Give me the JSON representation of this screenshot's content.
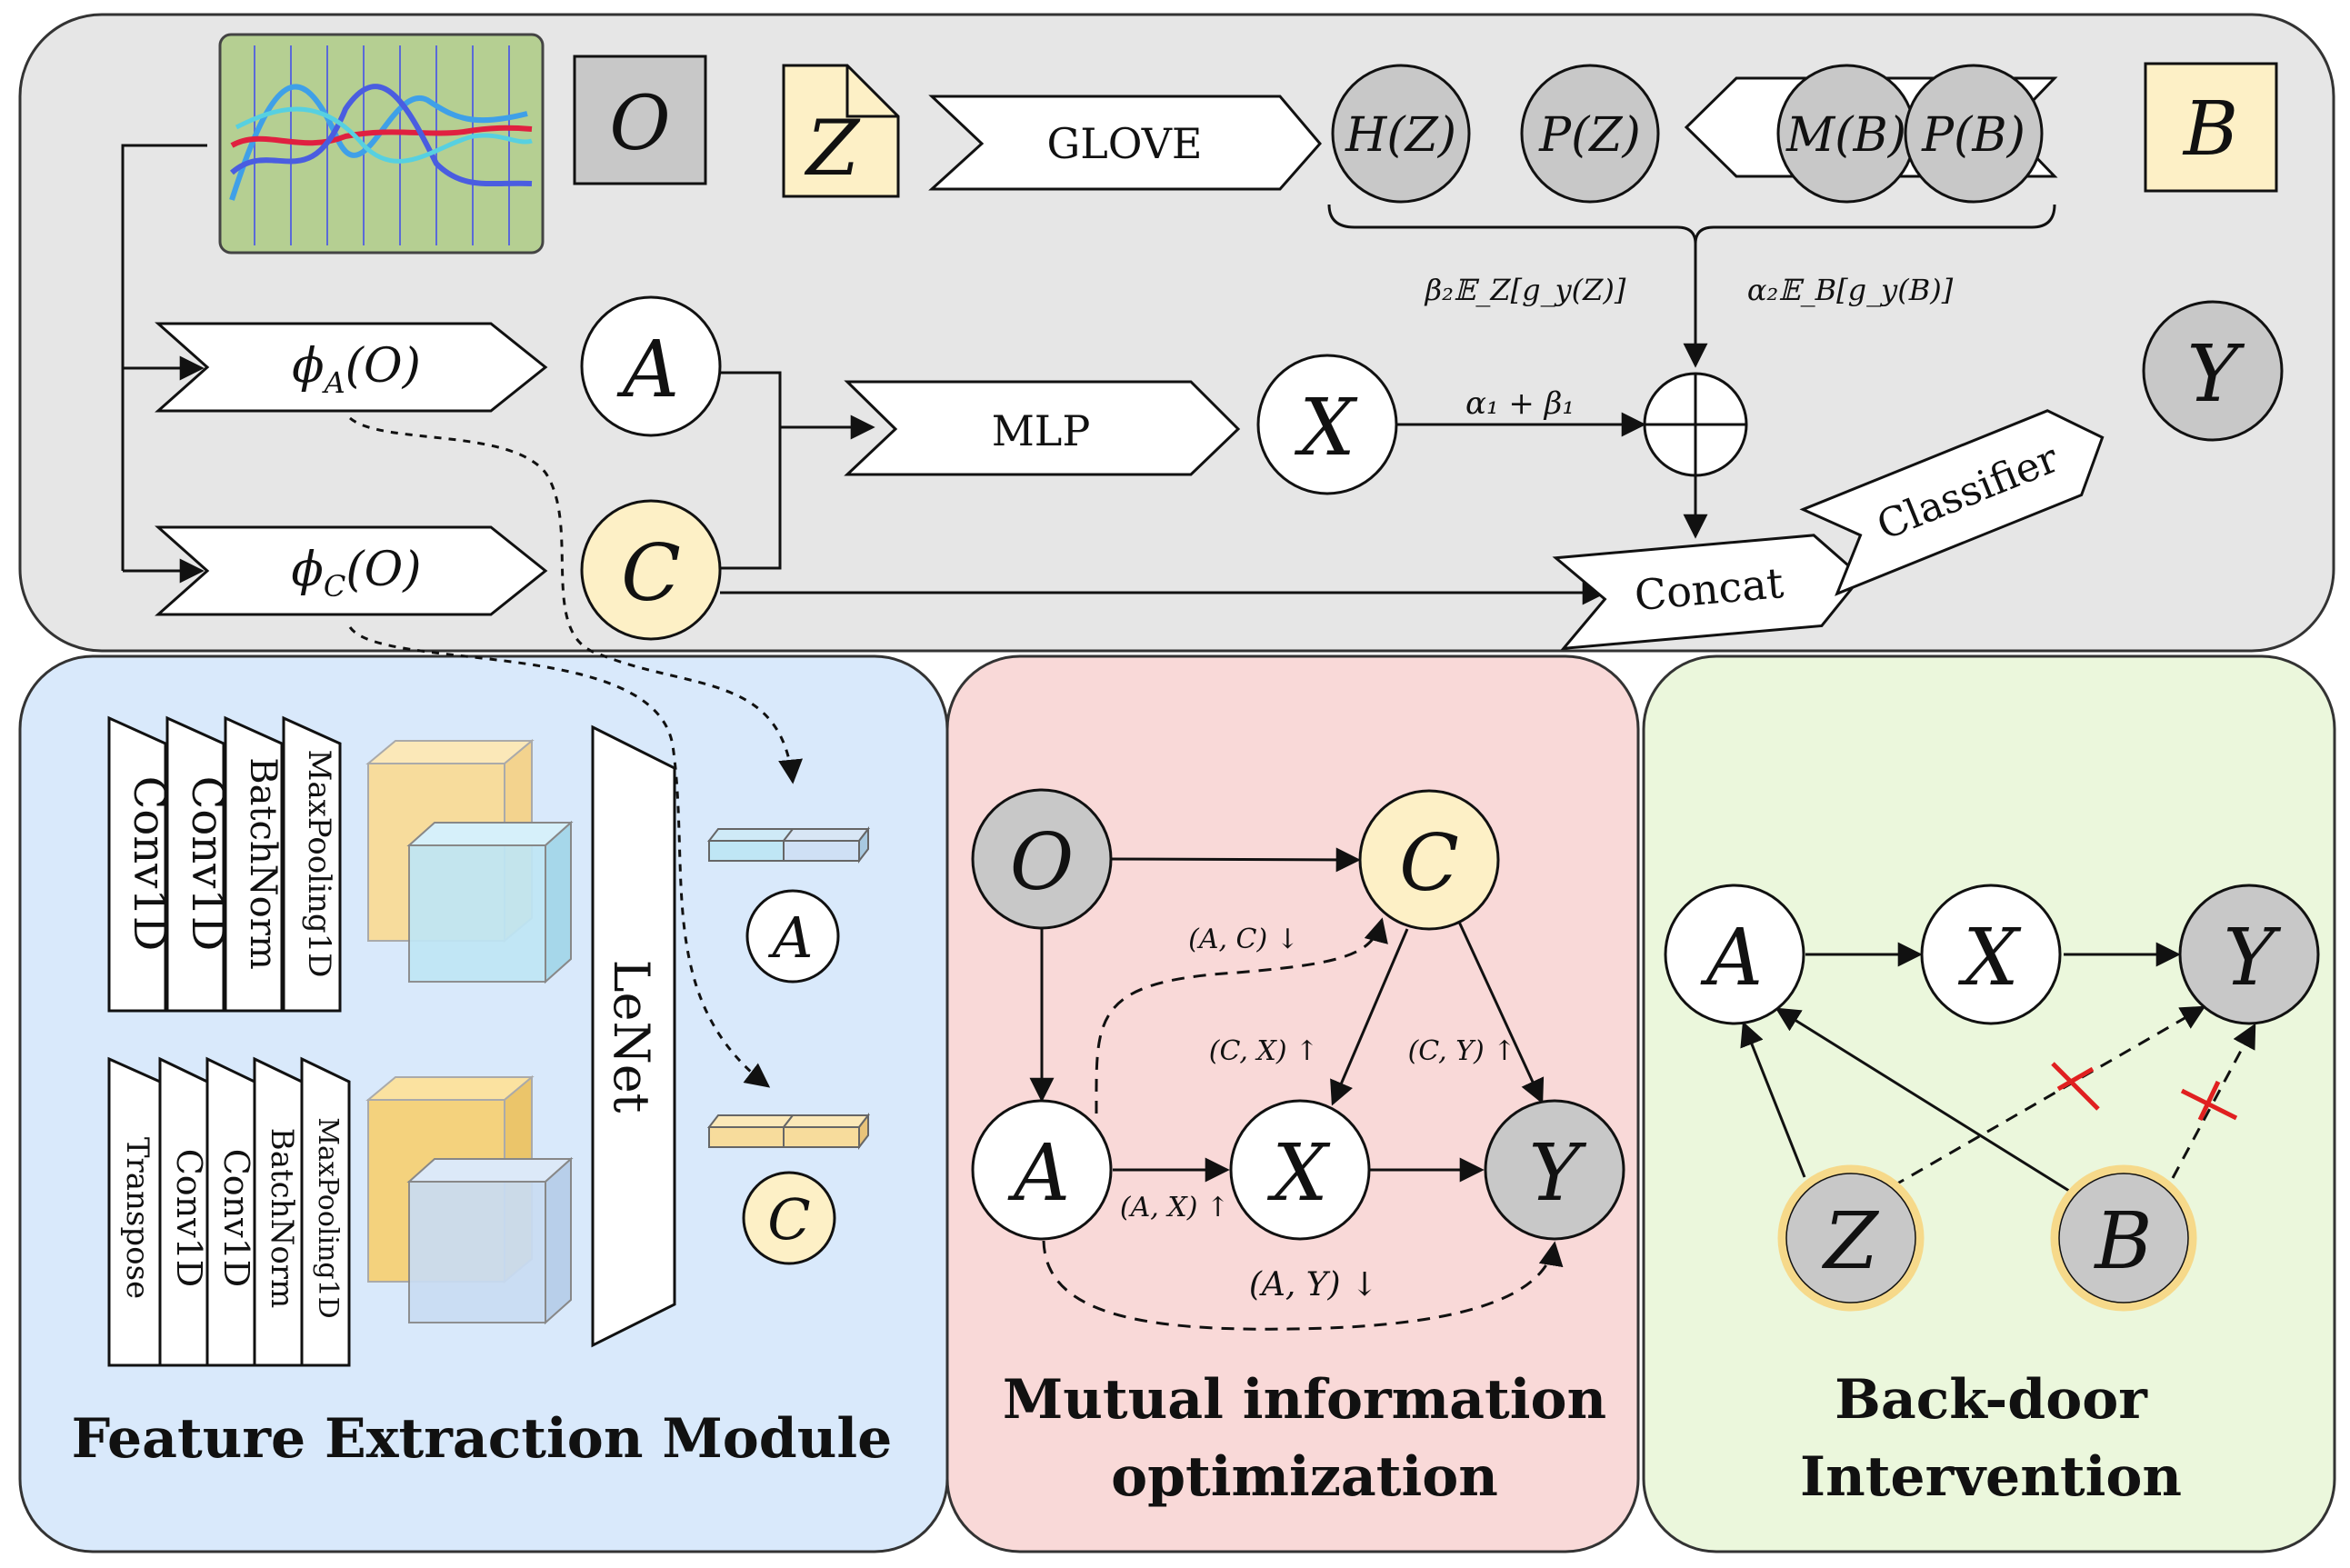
{
  "colors": {
    "top_panel_bg": "#e6e6e6",
    "feature_panel_bg": "#d9e9fb",
    "mutual_panel_bg": "#f9d9d8",
    "backdoor_panel_bg": "#ebf7dc",
    "observed_node": "#c8c8c8",
    "latent_node": "#fdf0c6",
    "latent_node_ring": "#f6d98a",
    "blocked_mark": "#e02020",
    "cube_yellow": "#f7dc9c",
    "cube_blue": "#bfe6f5"
  },
  "top": {
    "glove_label": "GLOVE",
    "mlp_label": "MLP",
    "concat_label": "Concat",
    "classifier_label": "Classifier",
    "phi_a": "ϕ",
    "phi_a_sub": "A",
    "phi_a_arg": "(O)",
    "phi_c": "ϕ",
    "phi_c_sub": "C",
    "phi_c_arg": "(O)",
    "node_o": "O",
    "node_z": "Z",
    "node_b": "B",
    "node_a": "A",
    "node_c": "C",
    "node_x": "X",
    "node_y": "Y",
    "hz": "H(Z)",
    "pz": "P(Z)",
    "mb": "M(B)",
    "pb": "P(B)",
    "beta_expect": "β₂𝔼_Z[g_y(Z)]",
    "alpha_expect": "α₂𝔼_B[g_y(B)]",
    "alpha_beta": "α₁ + β₁"
  },
  "feature_module": {
    "title": "Feature Extraction Module",
    "stack1": [
      "Conv1D",
      "Conv1D",
      "BatchNorm",
      "MaxPooling1D"
    ],
    "stack2": [
      "Transpose",
      "Conv1D",
      "Conv1D",
      "BatchNorm",
      "MaxPooling1D"
    ],
    "lenet_label": "LeNet",
    "node_a": "A",
    "node_c": "C"
  },
  "mutual_info": {
    "title_line1": "Mutual information",
    "title_line2": "optimization",
    "node_o": "O",
    "node_c": "C",
    "node_a": "A",
    "node_x": "X",
    "node_y": "Y",
    "label_ac": "(A, C) ↓",
    "label_cx": "(C, X) ↑",
    "label_cy": "(C, Y) ↑",
    "label_ax": "(A, X) ↑",
    "label_ay": "(A, Y) ↓"
  },
  "backdoor": {
    "title_line1": "Back-door",
    "title_line2": "Intervention",
    "node_a": "A",
    "node_x": "X",
    "node_y": "Y",
    "node_z": "Z",
    "node_b": "B"
  }
}
